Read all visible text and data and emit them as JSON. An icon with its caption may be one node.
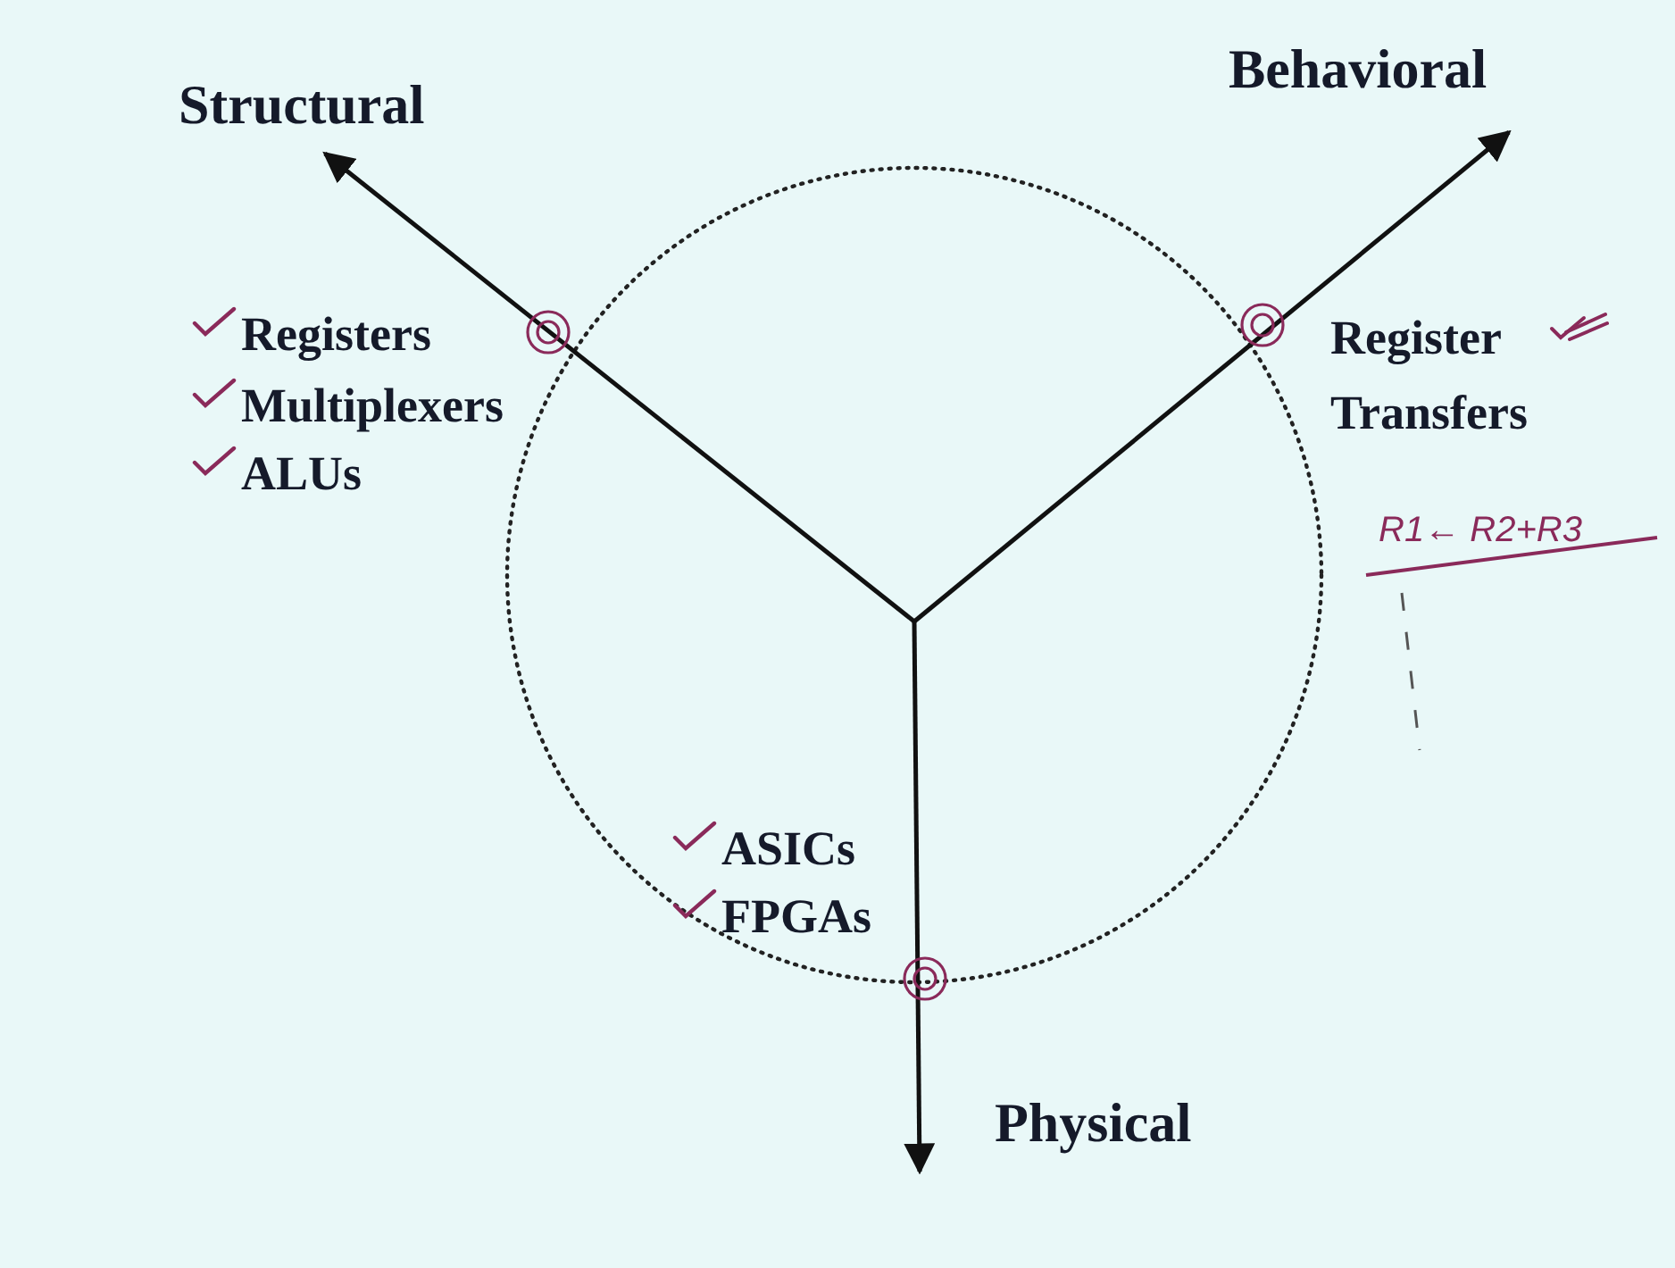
{
  "diagram": {
    "nodes": [
      {
        "text": [
          "Structural"
        ]
      },
      {
        "text": [
          "Behavioral"
        ]
      },
      {
        "text": [
          "Physical"
        ]
      }
    ],
    "edges": [
      {
        "from": null,
        "to": 0,
        "arrow": "to"
      },
      {
        "from": null,
        "to": 1,
        "arrow": "to"
      },
      {
        "from": null,
        "to": 2,
        "arrow": "to"
      }
    ],
    "labels": [
      "Registers",
      "Multiplexers",
      "ALUs",
      "Register Transfers",
      "R1← R2+R3",
      "ASICs",
      "FPGAs"
    ]
  }
}
